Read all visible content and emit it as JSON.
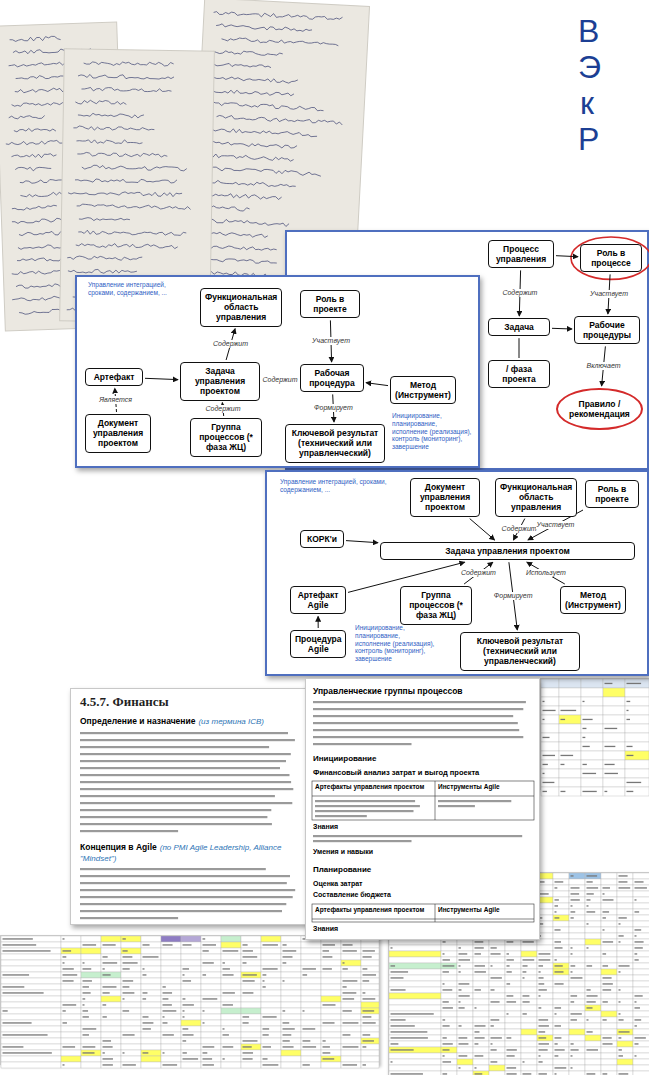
{
  "diagram": {
    "nodes": [
      {
        "text": [
          "Процесс управления"
        ]
      },
      {
        "text": [
          "Роль в процессе"
        ]
      },
      {
        "text": [
          "Задача"
        ]
      },
      {
        "text": [
          "Рабочие процедуры"
        ]
      },
      {
        "text": [
          "/ фаза проекта"
        ]
      },
      {
        "text": [
          "Правило / рекомендация"
        ]
      },
      {
        "text": [
          "Функциональная область управления"
        ]
      },
      {
        "text": [
          "Роль в проекте"
        ]
      },
      {
        "text": [
          "Артефакт"
        ]
      },
      {
        "text": [
          "Задача управления проектом"
        ]
      },
      {
        "text": [
          "Рабочая процедура"
        ]
      },
      {
        "text": [
          "Документ управления проектом"
        ]
      },
      {
        "text": [
          "Группа процессов (* фаза ЖЦ)"
        ]
      },
      {
        "text": [
          "Метод (Инструмент)"
        ]
      },
      {
        "text": [
          "Ключевой результат (технический или управленческий)"
        ]
      },
      {
        "text": [
          "Документ управления проектом"
        ]
      },
      {
        "text": [
          "Функциональная область управления"
        ]
      },
      {
        "text": [
          "Роль в проекте"
        ]
      },
      {
        "text": [
          "КОРК'и"
        ]
      },
      {
        "text": [
          "Задача управления проектом"
        ]
      },
      {
        "text": [
          "Артефакт Agile"
        ]
      },
      {
        "text": [
          "Группа процессов (* фаза ЖЦ)"
        ]
      },
      {
        "text": [
          "Метод (Инструмент)"
        ]
      },
      {
        "text": [
          "Процедура Agile"
        ]
      },
      {
        "text": [
          "Ключевой результат (технический или управленческий)"
        ]
      }
    ],
    "edges": [
      {
        "from": 0,
        "to": 1,
        "arrow": "to"
      },
      {
        "from": 0,
        "to": 2,
        "label": "Содержит",
        "arrow": "to"
      },
      {
        "from": 1,
        "to": 3,
        "label": "Участвует",
        "arrow": "to"
      },
      {
        "from": 2,
        "to": 3,
        "arrow": "to"
      },
      {
        "from": 2,
        "to": 4,
        "arrow": "none"
      },
      {
        "from": 3,
        "to": 5,
        "label": "Включает",
        "arrow": "to"
      },
      {
        "from": 9,
        "to": 6,
        "label": "Содержит",
        "arrow": "to"
      },
      {
        "from": 7,
        "to": 10,
        "label": "Участвует",
        "arrow": "to"
      },
      {
        "from": 8,
        "to": 9,
        "arrow": "to"
      },
      {
        "from": 9,
        "to": 10,
        "label": "Содержит",
        "arrow": "to"
      },
      {
        "from": 12,
        "to": 9,
        "label": "Содержит",
        "arrow": "to"
      },
      {
        "from": 11,
        "to": 8,
        "label": "Является",
        "arrow": "to"
      },
      {
        "from": 13,
        "to": 10,
        "arrow": "to"
      },
      {
        "from": 10,
        "to": 14,
        "label": "Формирует",
        "arrow": "to"
      },
      {
        "from": 15,
        "to": 19,
        "arrow": "to"
      },
      {
        "from": 16,
        "to": 19,
        "label": "Содержит",
        "arrow": "to"
      },
      {
        "from": 17,
        "to": 19,
        "label": "Участвует",
        "arrow": "to"
      },
      {
        "from": 18,
        "to": 19,
        "arrow": "to"
      },
      {
        "from": 20,
        "to": 19,
        "arrow": "to"
      },
      {
        "from": 21,
        "to": 19,
        "label": "Содержит",
        "arrow": "to"
      },
      {
        "from": 22,
        "to": 19,
        "label": "Использует",
        "arrow": "to"
      },
      {
        "from": 23,
        "to": 20,
        "arrow": "to"
      },
      {
        "from": 19,
        "to": 24,
        "label": "Формирует",
        "arrow": "to"
      }
    ],
    "labels": [
      "В",
      "Э",
      "к",
      "Р",
      "Управление интеграцией, сроками, содержанием, ...",
      "Инициирование, планирование, исполнение (реализация), контроль (мониторинг), завершение",
      "Управление интеграцией, сроками, содержанием, ...",
      "Инициирование, планирование, исполнение (реализация), контроль (мониторинг), завершение",
      "4.5.7. Финансы",
      "Определение и назначение",
      "(из термина ICB)",
      "Концепция в Agile",
      "(по PMI Agile Leadership, Alliance \"Mindset\")",
      "Управленческие группы процессов",
      "Инициирование",
      "Финансовый анализ затрат и выгод проекта",
      "Артефакты управления проектом",
      "Инструменты Agile",
      "Знания",
      "Умения и навыки",
      "Планирование",
      "Оценка затрат",
      "Составление бюджета",
      "Артефакты управления проектом",
      "Инструменты Agile",
      "Знания"
    ]
  }
}
